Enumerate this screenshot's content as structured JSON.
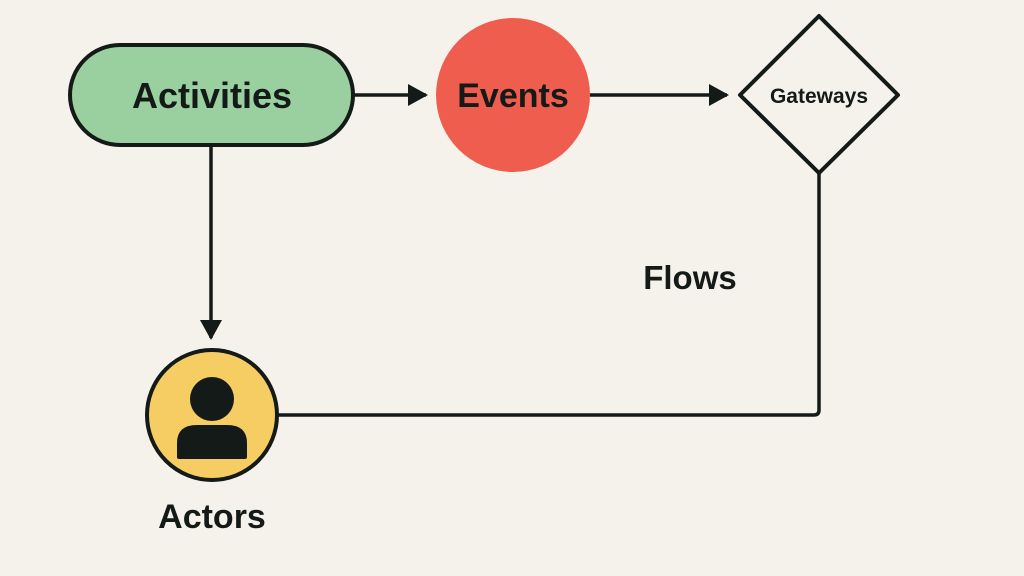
{
  "diagram": {
    "title": "BPMN Elements",
    "nodes": {
      "activities": {
        "label": "Activities",
        "shape": "rounded-rectangle",
        "fill": "#9acf9f"
      },
      "events": {
        "label": "Events",
        "shape": "circle",
        "fill": "#ef5d4f"
      },
      "gateways": {
        "label": "Gateways",
        "shape": "diamond",
        "fill": "#f5f2eb"
      },
      "actors": {
        "label": "Actors",
        "shape": "circle",
        "fill": "#f6cd62",
        "icon": "person-icon"
      }
    },
    "flows_label": "Flows",
    "edges": [
      {
        "from": "activities",
        "to": "events",
        "arrow": true
      },
      {
        "from": "events",
        "to": "gateways",
        "arrow": true
      },
      {
        "from": "activities",
        "to": "actors",
        "arrow": true
      },
      {
        "from": "gateways",
        "to": "actors",
        "arrow": false
      }
    ],
    "colors": {
      "background": "#f5f2eb",
      "stroke": "#141a17"
    }
  }
}
